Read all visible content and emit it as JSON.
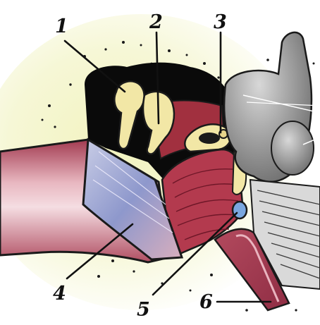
{
  "labels": [
    "1",
    "2",
    "3",
    "4",
    "5",
    "6"
  ],
  "colors": {
    "background_glow": "#f4f5c8",
    "canal_red": "#b8485c",
    "bone_yellow": "#f2e7a6",
    "cavity_black": "#0a0a0a",
    "eardrum_blue": "#8c97c8",
    "window_blue": "#7aa7e0",
    "cochlea_gray": "#9a9a9a"
  }
}
